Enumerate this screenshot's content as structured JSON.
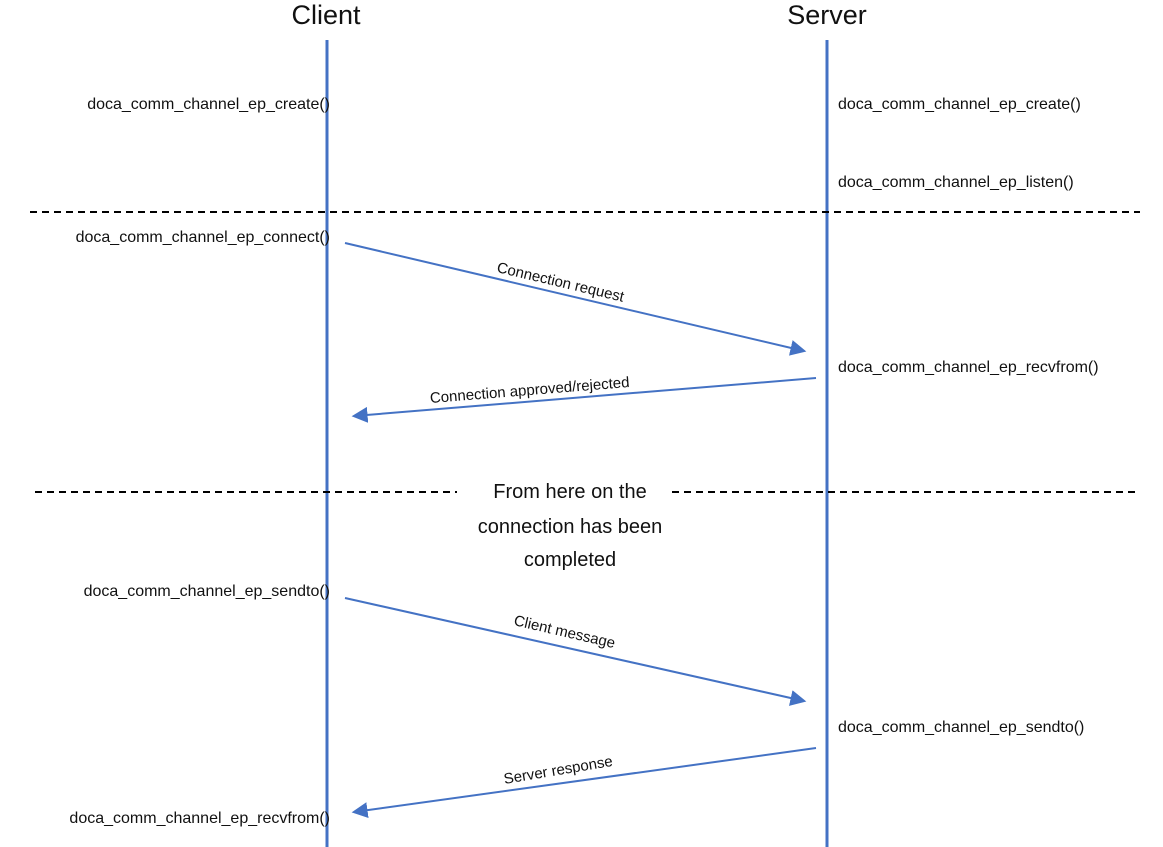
{
  "diagram": {
    "actors": {
      "client": "Client",
      "server": "Server"
    },
    "client_calls": {
      "create": "doca_comm_channel_ep_create()",
      "connect": "doca_comm_channel_ep_connect()",
      "sendto": "doca_comm_channel_ep_sendto()",
      "recvfrom": "doca_comm_channel_ep_recvfrom()"
    },
    "server_calls": {
      "create": "doca_comm_channel_ep_create()",
      "listen": "doca_comm_channel_ep_listen()",
      "recvfrom": "doca_comm_channel_ep_recvfrom()",
      "sendto": "doca_comm_channel_ep_sendto()"
    },
    "messages": {
      "connection_request": "Connection request",
      "connection_response": "Connection approved/rejected",
      "client_message": "Client message",
      "server_response": "Server response"
    },
    "divider_note_lines": [
      "From here on the",
      "connection has been",
      "completed"
    ],
    "colors": {
      "accent_blue": "#4472C4",
      "line_black": "#000000"
    }
  }
}
